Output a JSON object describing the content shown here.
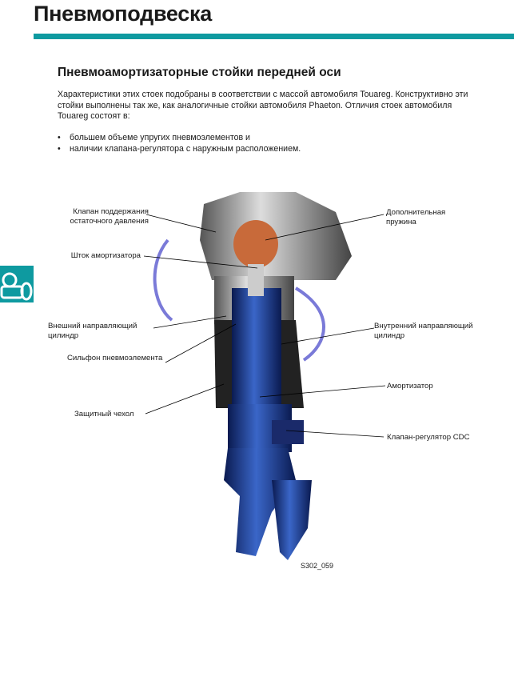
{
  "page": {
    "title": "Пневмоподвеска",
    "accent_color": "#0e9aa0"
  },
  "section": {
    "subtitle": "Пневмоамортизаторные стойки передней оси",
    "intro": "Характеристики этих стоек подобраны в соответствии с массой автомобиля Touareg. Конструктивно эти стойки выполнены так же, как аналогичные стойки автомобиля Phaeton. Отличия стоек автомобиля Touareg состоят в:",
    "bullets": [
      "большем объеме упругих пневмоэлементов и",
      "наличии клапана-регулятора с наружным расположением."
    ]
  },
  "figure": {
    "labels_left": [
      "Клапан поддержания остаточного давления",
      "Шток амортизатора",
      "Внешний направляющий цилиндр",
      "Сильфон пневмоэлемента",
      "Защитный чехол"
    ],
    "labels_right": [
      "Дополнительная пружина",
      "Внутренний направляющий цилиндр",
      "Амортизатор",
      "Клапан-регулятор CDC"
    ],
    "caption": "S302_059"
  }
}
